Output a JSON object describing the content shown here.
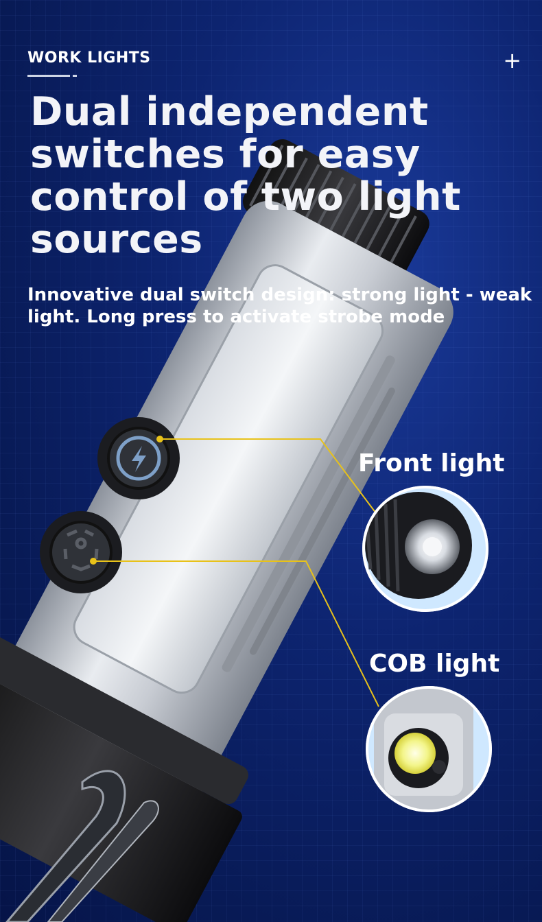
{
  "header": {
    "tag": "WORK LIGHTS",
    "plus_icon": "+"
  },
  "headline": {
    "title": "Dual independent switches for easy control of two light sources",
    "subtitle": "Innovative dual switch design: strong light - weak light. Long press to activate strobe mode"
  },
  "callouts": {
    "front": "Front light",
    "cob": "COB light"
  },
  "colors": {
    "accent_line": "#e8c21a",
    "background": "#0d2470",
    "inset_bg": "#cfe8ff"
  },
  "icons": {
    "top_button": "lightning-icon",
    "bottom_button": "aperture-icon"
  }
}
